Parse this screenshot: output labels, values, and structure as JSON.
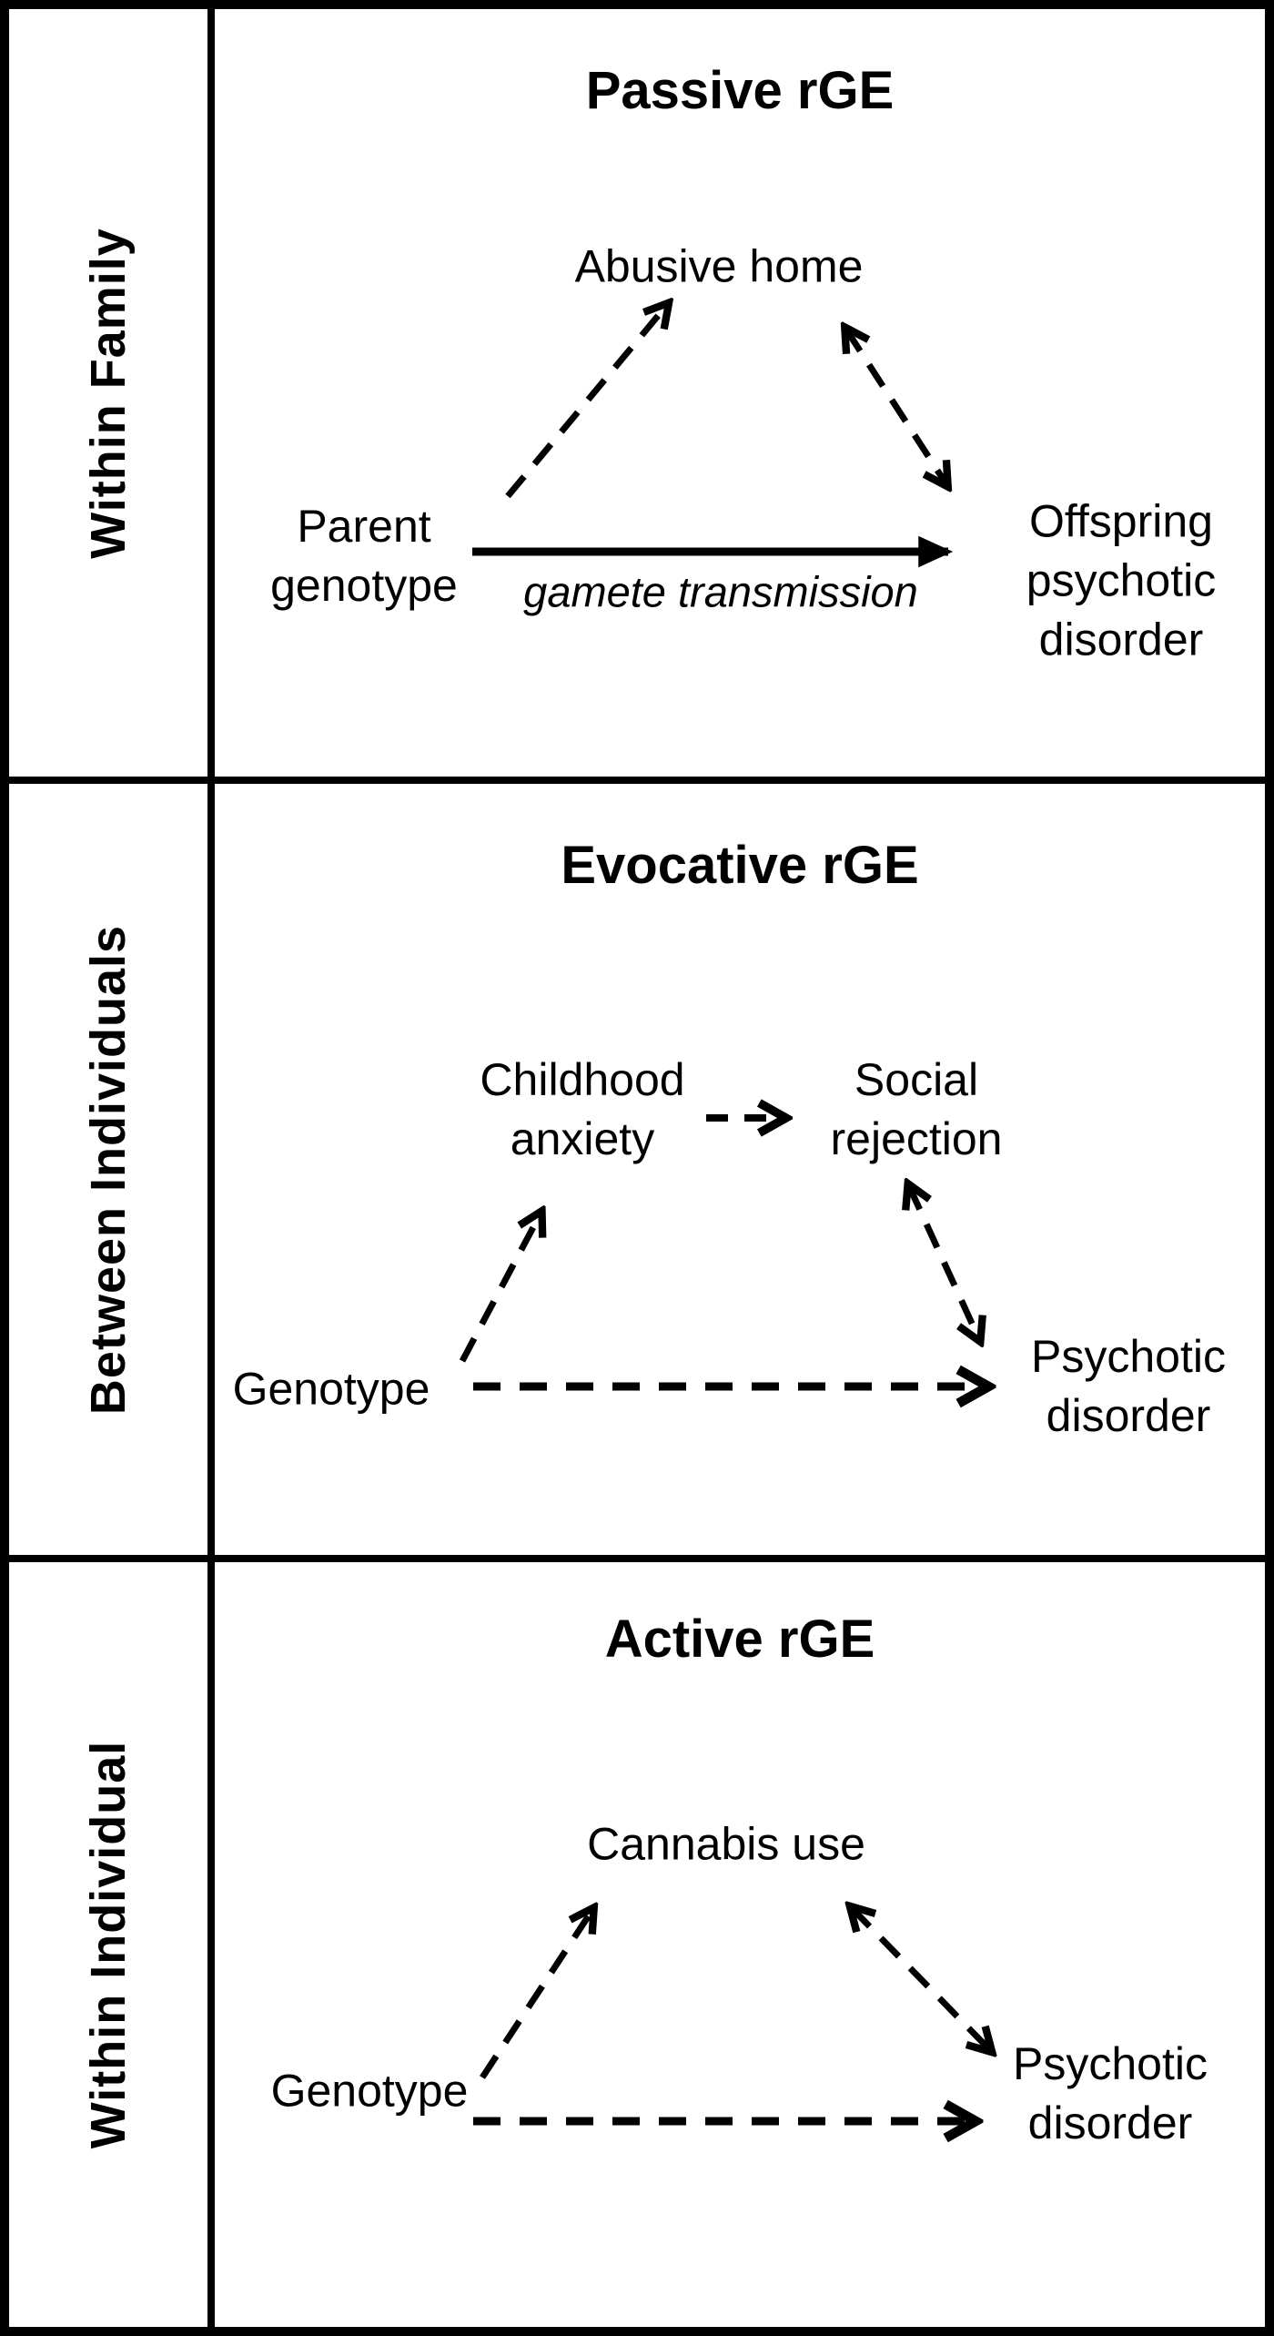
{
  "figure_kind": "gene-environment correlation (rGE) path diagram",
  "colors": {
    "ink": "#000000",
    "paper": "#ffffff"
  },
  "panels": [
    {
      "sidebar": "Within Family",
      "title": "Passive rGE",
      "nodes": {
        "environment": "Abusive home",
        "source": [
          "Parent",
          "genotype"
        ],
        "outcome": [
          "Offspring",
          "psychotic",
          "disorder"
        ]
      },
      "edge_label": "gamete transmission"
    },
    {
      "sidebar": "Between Individuals",
      "title": "Evocative rGE",
      "nodes": {
        "mediator": [
          "Childhood",
          "anxiety"
        ],
        "environment": [
          "Social",
          "rejection"
        ],
        "source": [
          "Genotype"
        ],
        "outcome": [
          "Psychotic",
          "disorder"
        ]
      }
    },
    {
      "sidebar": "Within Individual",
      "title": "Active rGE",
      "nodes": {
        "environment": "Cannabis use",
        "source": [
          "Genotype"
        ],
        "outcome": [
          "Psychotic",
          "disorder"
        ]
      }
    }
  ]
}
